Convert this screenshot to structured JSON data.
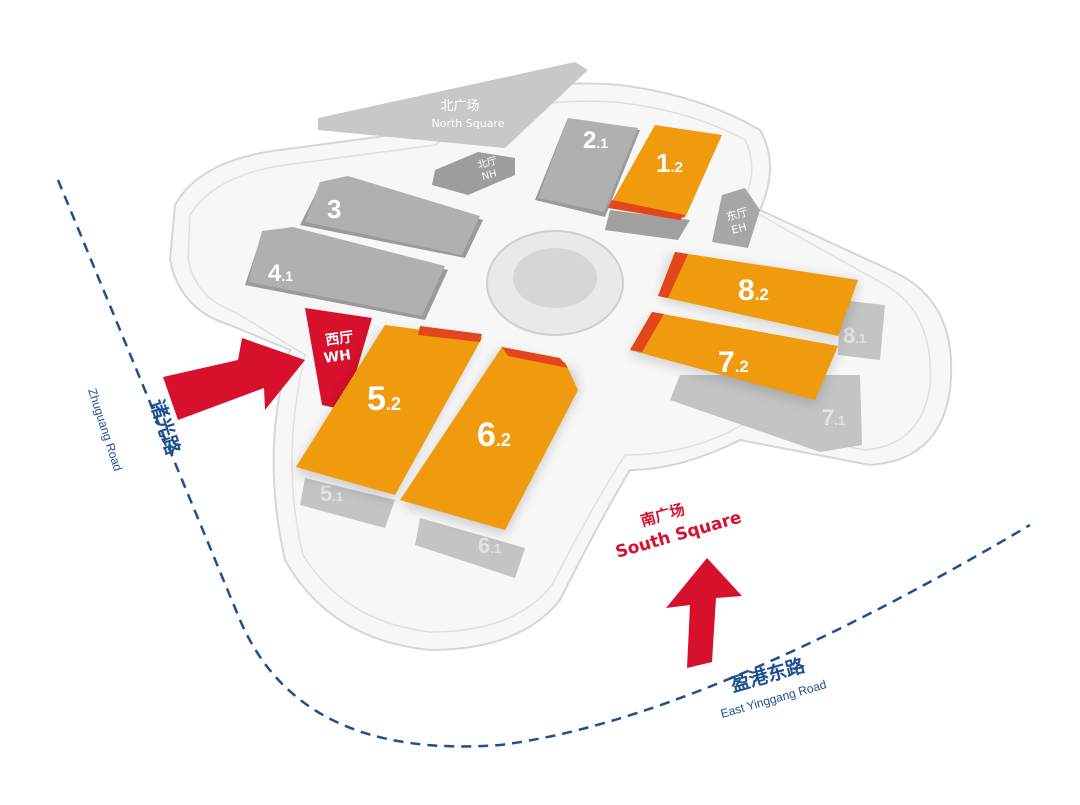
{
  "squares": {
    "north": {
      "cn": "北广场",
      "en": "North Square"
    },
    "south": {
      "cn": "南广场",
      "en": "South Square"
    }
  },
  "halls": {
    "h3": {
      "num": "3",
      "sub": ""
    },
    "h41": {
      "num": "4",
      "sub": ".1"
    },
    "h21": {
      "num": "2",
      "sub": ".1"
    },
    "h12": {
      "num": "1",
      "sub": ".2"
    },
    "h82": {
      "num": "8",
      "sub": ".2"
    },
    "h72": {
      "num": "7",
      "sub": ".2"
    },
    "h52": {
      "num": "5",
      "sub": ".2"
    },
    "h62": {
      "num": "6",
      "sub": ".2"
    },
    "h51": {
      "num": "5",
      "sub": ".1"
    },
    "h61": {
      "num": "6",
      "sub": ".1"
    },
    "h81": {
      "num": "8",
      "sub": ".1"
    },
    "h71": {
      "num": "7",
      "sub": ".1"
    }
  },
  "entrances": {
    "nh": {
      "cn": "北厅",
      "en": "NH"
    },
    "eh": {
      "cn": "东厅",
      "en": "EH"
    },
    "wh": {
      "cn": "西厅",
      "en": "WH"
    }
  },
  "roads": {
    "zhuguang": {
      "cn": "诸光路",
      "en": "Zhuguang Road"
    },
    "yinggang": {
      "cn": "盈港东路",
      "en": "East Yinggang Road"
    }
  },
  "colors": {
    "hall_highlight": "#f09a0e",
    "hall_edge": "#e2461c",
    "hall_grey": "#aaaaaa",
    "arrow_red": "#d7102c",
    "road_blue": "#1d4f91"
  }
}
